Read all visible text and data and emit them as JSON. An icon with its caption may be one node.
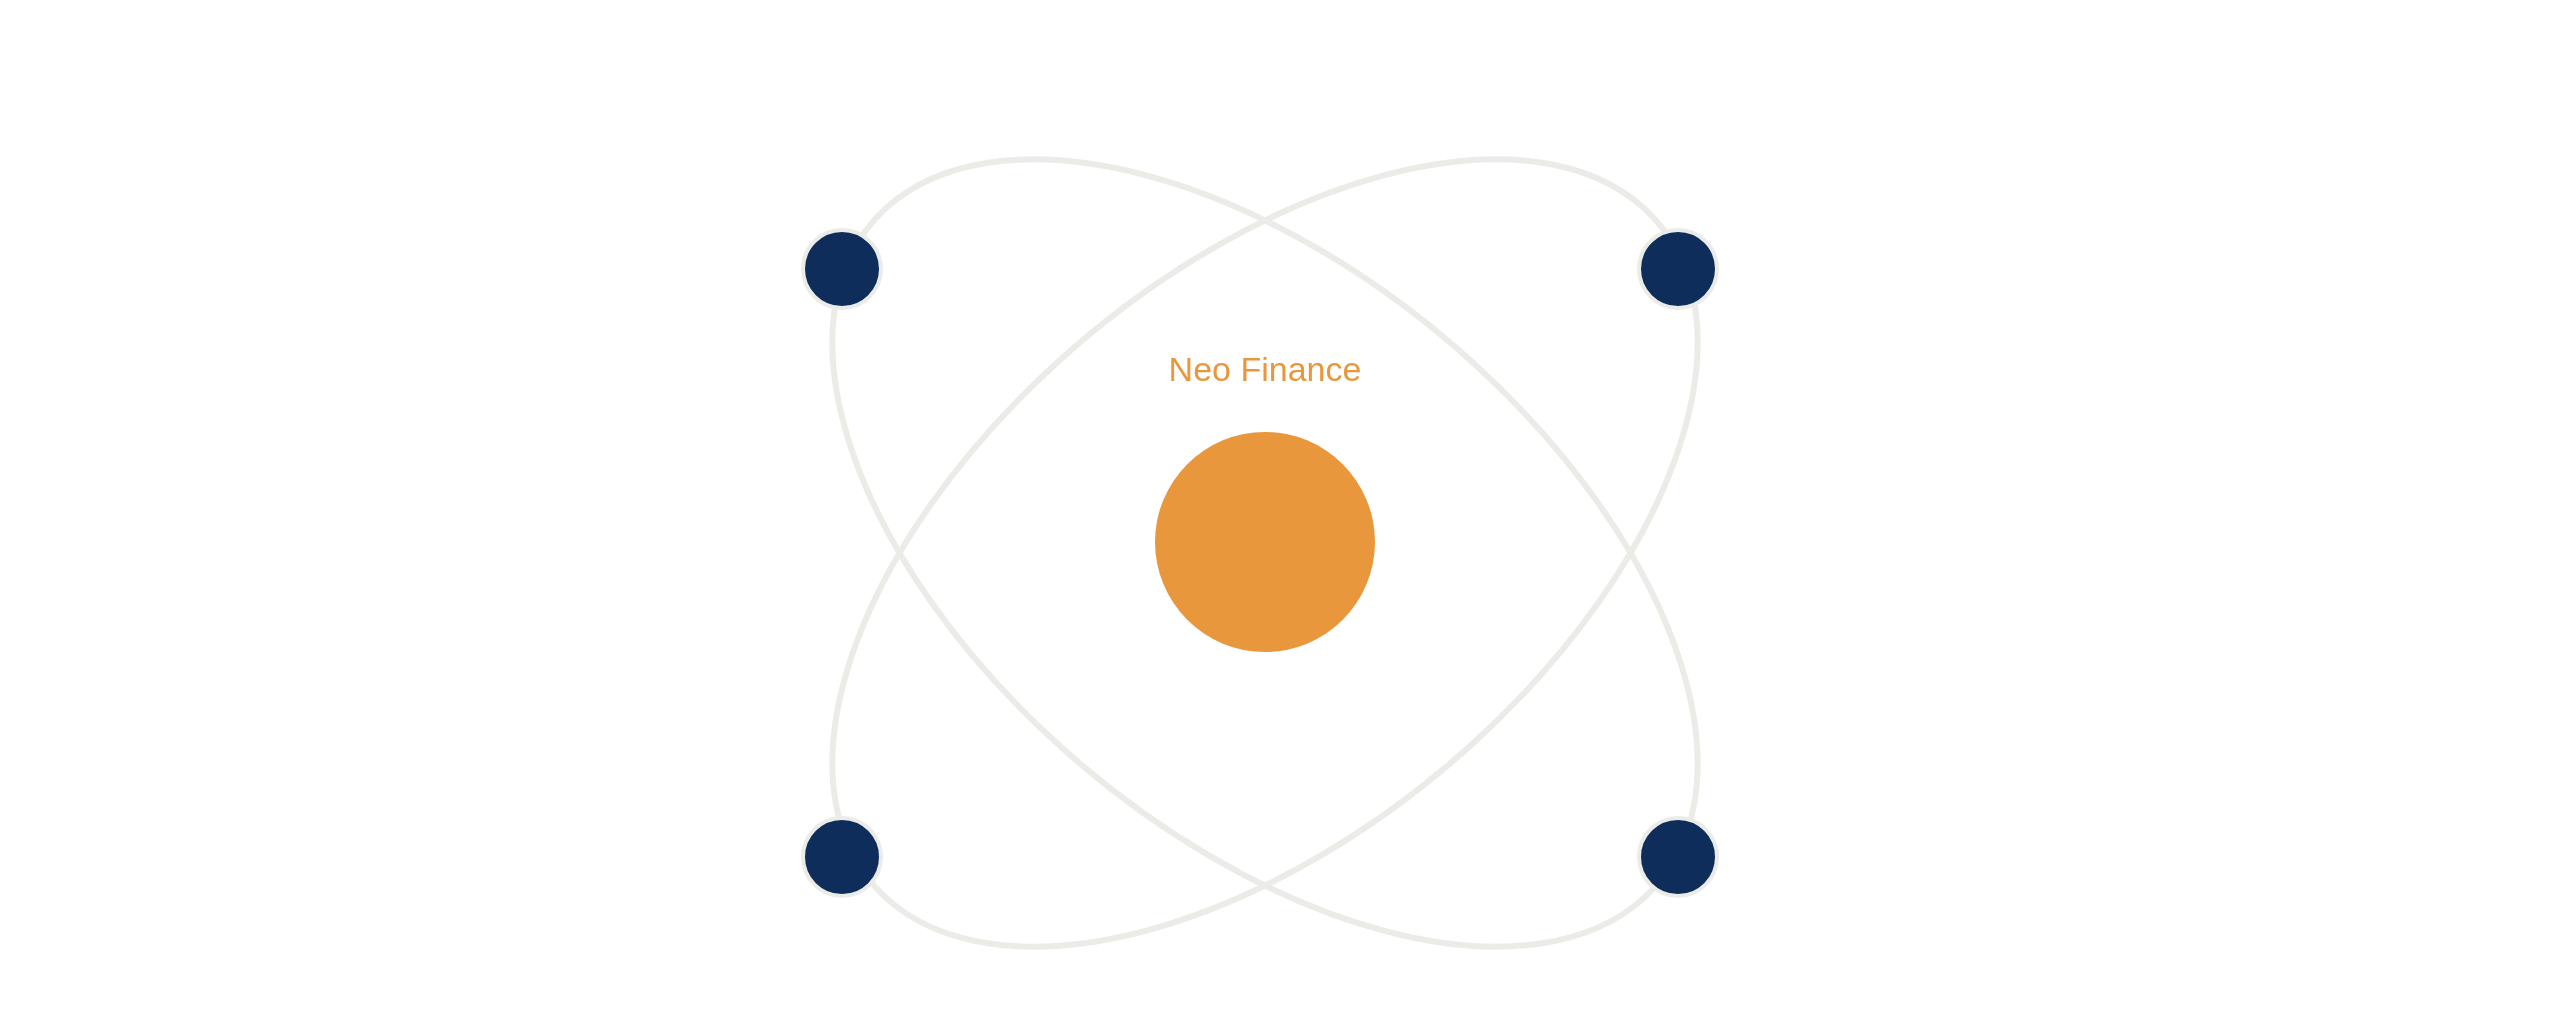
{
  "diagram": {
    "nodes": [
      {
        "text": [
          "Neo Finance"
        ]
      },
      {
        "text": [],
        "shape": "circle"
      },
      {
        "text": [],
        "shape": "circle"
      },
      {
        "text": [],
        "shape": "circle"
      },
      {
        "text": [],
        "shape": "circle"
      }
    ]
  }
}
